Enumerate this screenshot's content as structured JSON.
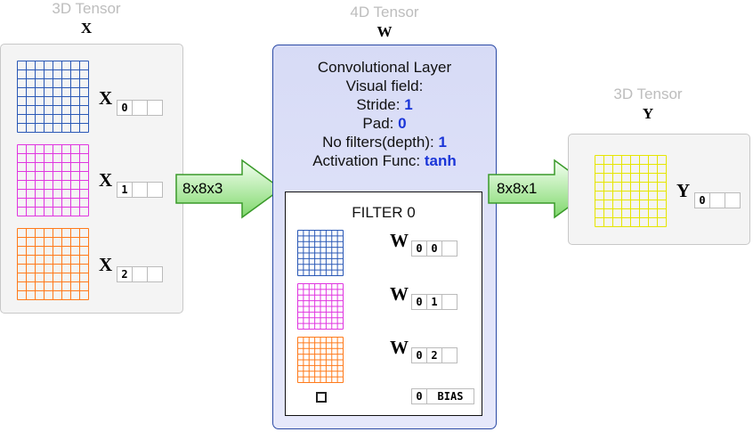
{
  "tensor_x": {
    "caption": "3D Tensor",
    "name": "X",
    "slices": [
      {
        "symbol": "X",
        "index": [
          "0",
          "",
          ""
        ],
        "color": "#2a58b6"
      },
      {
        "symbol": "X",
        "index": [
          "1",
          "",
          ""
        ],
        "color": "#e035e0"
      },
      {
        "symbol": "X",
        "index": [
          "2",
          "",
          ""
        ],
        "color": "#ff7a1a"
      }
    ]
  },
  "arrow_in": {
    "label": "8x8x3"
  },
  "tensor_w": {
    "caption": "4D Tensor",
    "name": "W",
    "layer": {
      "title": "Convolutional Layer",
      "visual_field": "Visual field:",
      "stride_label": "Stride:",
      "stride": "1",
      "pad_label": "Pad:",
      "pad": "0",
      "filters_label": "No filters(depth):",
      "filters": "1",
      "activation_label": "Activation Func:",
      "activation": "tanh"
    },
    "filter": {
      "title": "FILTER 0",
      "weights": [
        {
          "symbol": "W",
          "index": [
            "0",
            "0",
            ""
          ],
          "color": "#2a58b6"
        },
        {
          "symbol": "W",
          "index": [
            "0",
            "1",
            ""
          ],
          "color": "#e035e0"
        },
        {
          "symbol": "W",
          "index": [
            "0",
            "2",
            ""
          ],
          "color": "#ff7a1a"
        }
      ],
      "bias": {
        "index": "0",
        "label": "BIAS"
      }
    }
  },
  "arrow_out": {
    "label": "8x8x1"
  },
  "tensor_y": {
    "caption": "3D Tensor",
    "name": "Y",
    "slices": [
      {
        "symbol": "Y",
        "index": [
          "0",
          "",
          ""
        ],
        "color": "#e6e600"
      }
    ]
  }
}
